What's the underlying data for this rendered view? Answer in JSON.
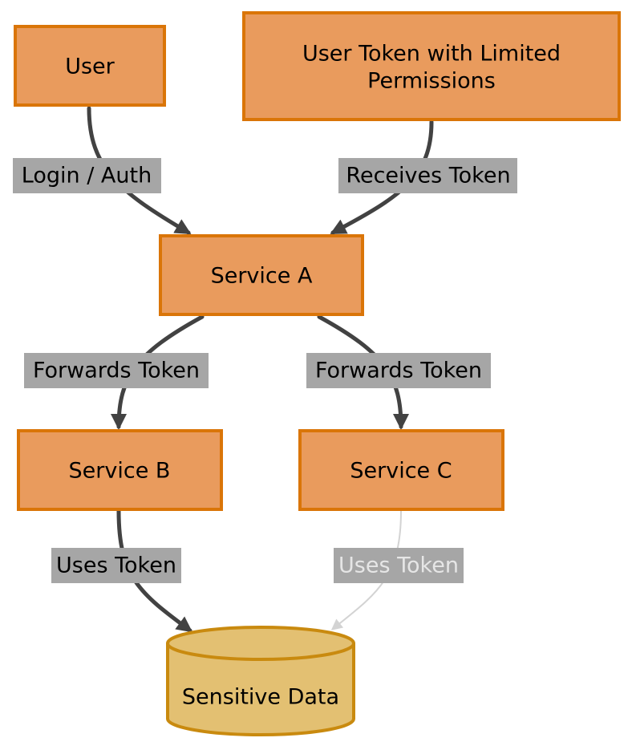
{
  "nodes": {
    "user": "User",
    "token": [
      "User Token with Limited",
      "Permissions"
    ],
    "service_a": "Service A",
    "service_b": "Service B",
    "service_c": "Service C",
    "sensitive_data": "Sensitive Data"
  },
  "edges": {
    "user_to_a": "Login / Auth",
    "token_to_a": "Receives Token",
    "a_to_b": "Forwards Token",
    "a_to_c": "Forwards Token",
    "b_to_data": "Uses Token",
    "c_to_data": "Uses Token"
  },
  "colors": {
    "node_fill": "#e99b5d",
    "node_stroke": "#da7508",
    "db_fill": "#e3c072",
    "db_stroke": "#c98a0f",
    "edge": "#424242",
    "edge_faint": "#d3d3d3",
    "label_bg": "#a6a6a6"
  }
}
